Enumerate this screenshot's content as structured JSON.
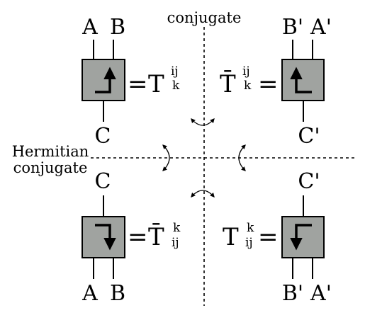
{
  "axis_labels": {
    "vertical": "conjugate",
    "horizontal_line1": "Hermitian",
    "horizontal_line2": "conjugate"
  },
  "tensors": {
    "top_left": {
      "top_legs": [
        "A",
        "B"
      ],
      "bottom_leg": "C",
      "base": "T",
      "superscript": "ij",
      "subscript": "k",
      "equals": "="
    },
    "top_right": {
      "top_legs": [
        "B'",
        "A'"
      ],
      "bottom_leg": "C'",
      "base": "T̄",
      "superscript": "ij",
      "subscript": "k",
      "equals": "="
    },
    "bottom_left": {
      "top_leg": "C",
      "bottom_legs": [
        "A",
        "B"
      ],
      "base": "T̄",
      "superscript": "k",
      "subscript": "ij",
      "equals": "="
    },
    "bottom_right": {
      "top_leg": "C'",
      "bottom_legs": [
        "B'",
        "A'"
      ],
      "base": "T",
      "superscript": "k",
      "subscript": "ij",
      "equals": "="
    }
  },
  "colors": {
    "box_fill": "#a0a3a0",
    "stroke": "#000000",
    "background": "#ffffff"
  }
}
